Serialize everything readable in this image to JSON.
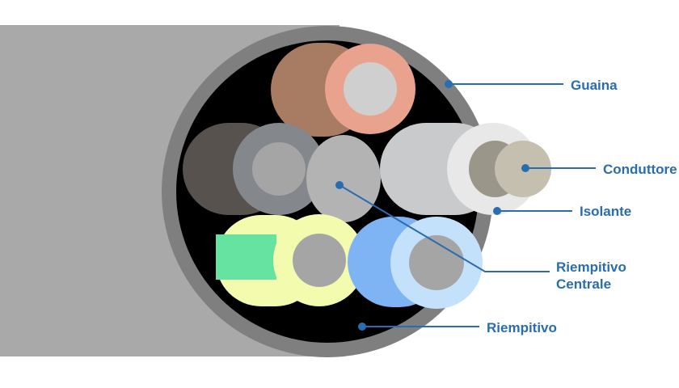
{
  "labels": {
    "guaina": "Guaina",
    "conduttore": "Conduttore",
    "isolante": "Isolante",
    "riempitivo_centrale_line1": "Riempitivo",
    "riempitivo_centrale_line2": "Centrale",
    "riempitivo": "Riempitivo"
  },
  "colors": {
    "label_blue": "#2a6cb0",
    "sheath_body": "#a9a9a9",
    "sheath_ring": "#7f7f7f",
    "filler_black": "#000000",
    "wire_brown_insulation": "#e9a28d",
    "wire_brown_body": "#a87c63",
    "wire_grey_insulation": "#84878c",
    "wire_grey_body": "#58524f",
    "wire_white_insulation": "#e8e8e8",
    "wire_white_body": "#c8cacb",
    "wire_yellowgreen_insulation": "#f3fbaf",
    "wire_yellowgreen_stripe": "#66e3a0",
    "wire_blue_insulation": "#c4e1fb",
    "wire_blue_body": "#7fb4f4",
    "conductor": "#b8b8b8",
    "conductor_strands": "#c4bfae",
    "central_filler": "#b3b3b3"
  }
}
